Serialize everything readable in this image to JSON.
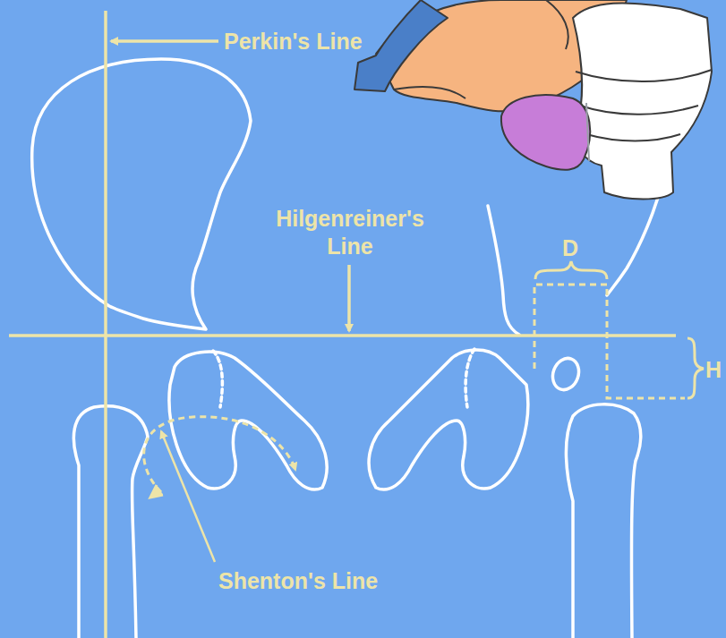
{
  "diagram": {
    "labels": [
      "Perkin's Line",
      "Hilgenreiner's Line",
      "D",
      "H",
      "Shenton's Line"
    ]
  }
}
